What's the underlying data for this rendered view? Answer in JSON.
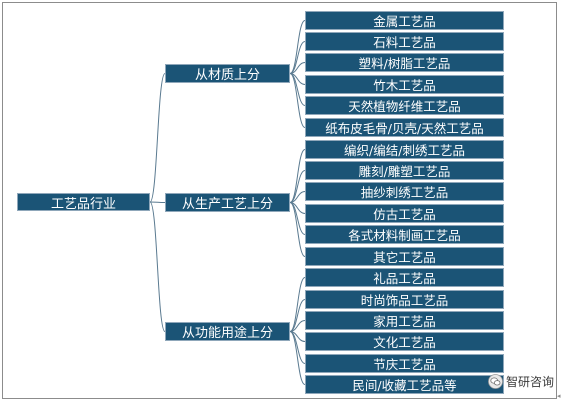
{
  "root": {
    "label": "工艺品行业"
  },
  "categories": [
    {
      "label": "从材质上分",
      "items": [
        "金属工艺品",
        "石料工艺品",
        "塑料/树脂工艺品",
        "竹木工艺品",
        "天然植物纤维工艺品",
        "纸布皮毛骨/贝壳/天然工艺品"
      ]
    },
    {
      "label": "从生产工艺上分",
      "items": [
        "编织/编结/刺绣工艺品",
        "雕刻/雕塑工艺品",
        "抽纱刺绣工艺品",
        "仿古工艺品",
        "各式材料制画工艺品",
        "其它工艺品"
      ]
    },
    {
      "label": "从功能用途上分",
      "items": [
        "礼品工艺品",
        "时尚饰品工艺品",
        "家用工艺品",
        "文化工艺品",
        "节庆工艺品",
        "民间/收藏工艺品等"
      ]
    }
  ],
  "watermark": {
    "text": "智研咨询",
    "icon": "wechat-icon"
  },
  "colors": {
    "node_fill": "#1b5476",
    "node_border": "#8fa7ba",
    "connector": "#5a7a90",
    "frame": "#8c8c8c"
  }
}
